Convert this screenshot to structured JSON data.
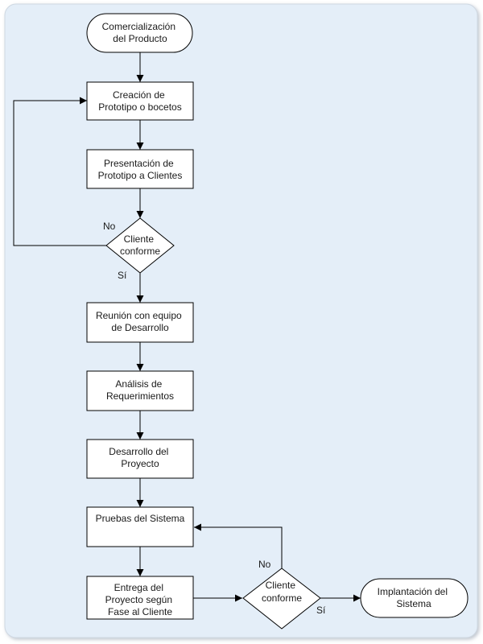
{
  "nodes": {
    "start": [
      "Comercialización",
      "del Producto"
    ],
    "prototipo": [
      "Creación de",
      "Prototipo o bocetos"
    ],
    "presentacion": [
      "Presentación de",
      "Prototipo a Clientes"
    ],
    "decision1": [
      "Cliente",
      "conforme"
    ],
    "reunion": [
      "Reunión con equipo",
      "de Desarrollo"
    ],
    "analisis": [
      "Análisis de",
      "Requerimientos"
    ],
    "desarrollo": [
      "Desarrollo del",
      "Proyecto"
    ],
    "pruebas": [
      "Pruebas del Sistema"
    ],
    "entrega": [
      "Entrega del",
      "Proyecto según",
      "Fase al Cliente"
    ],
    "decision2": [
      "Cliente",
      "conforme"
    ],
    "implantacion": [
      "Implantación del",
      "Sistema"
    ]
  },
  "edge_labels": {
    "d1_no": "No",
    "d1_yes": "Sí",
    "d2_no": "No",
    "d2_yes": "Sí"
  },
  "colors": {
    "panel_bg": "#e4eef8",
    "panel_border": "#cfd8e2",
    "shape_fill": "#ffffff",
    "stroke": "#000000",
    "text": "#1a1a1a"
  }
}
